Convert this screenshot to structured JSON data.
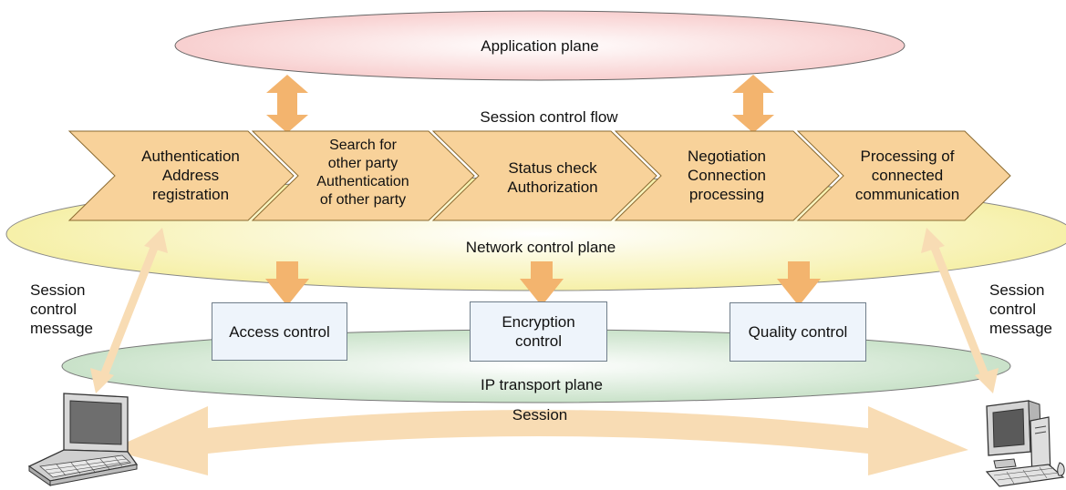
{
  "planes": {
    "application": "Application plane",
    "network": "Network control plane",
    "transport": "IP transport plane"
  },
  "flow_title": "Session control flow",
  "steps": [
    {
      "line1": "Authentication",
      "line2": "Address",
      "line3": "registration",
      "line4": ""
    },
    {
      "line1": "Search for",
      "line2": "other party",
      "line3": "Authentication",
      "line4": "of other party"
    },
    {
      "line1": "Status check",
      "line2": "Authorization",
      "line3": "",
      "line4": ""
    },
    {
      "line1": "Negotiation",
      "line2": "Connection",
      "line3": "processing",
      "line4": ""
    },
    {
      "line1": "Processing of",
      "line2": "connected",
      "line3": "communication",
      "line4": ""
    }
  ],
  "controls": {
    "access": "Access control",
    "encryption_line1": "Encryption",
    "encryption_line2": "control",
    "quality": "Quality control"
  },
  "session_label": "Session",
  "left_message": {
    "line1": "Session",
    "line2": "control",
    "line3": "message"
  },
  "right_message": {
    "line1": "Session",
    "line2": "control",
    "line3": "message"
  },
  "devices": {
    "left": "laptop-icon",
    "right": "desktop-computer-icon"
  },
  "colors": {
    "application_plane": "#fbe3e3",
    "network_plane": "#faf6c4",
    "transport_plane": "#dcecdc",
    "chevron_fill": "#f8d29a",
    "chevron_stroke": "#8a6a30",
    "arrow": "#f3b46e",
    "session_arrow": "#f8dcb4",
    "control_box": "#eef4fb"
  }
}
